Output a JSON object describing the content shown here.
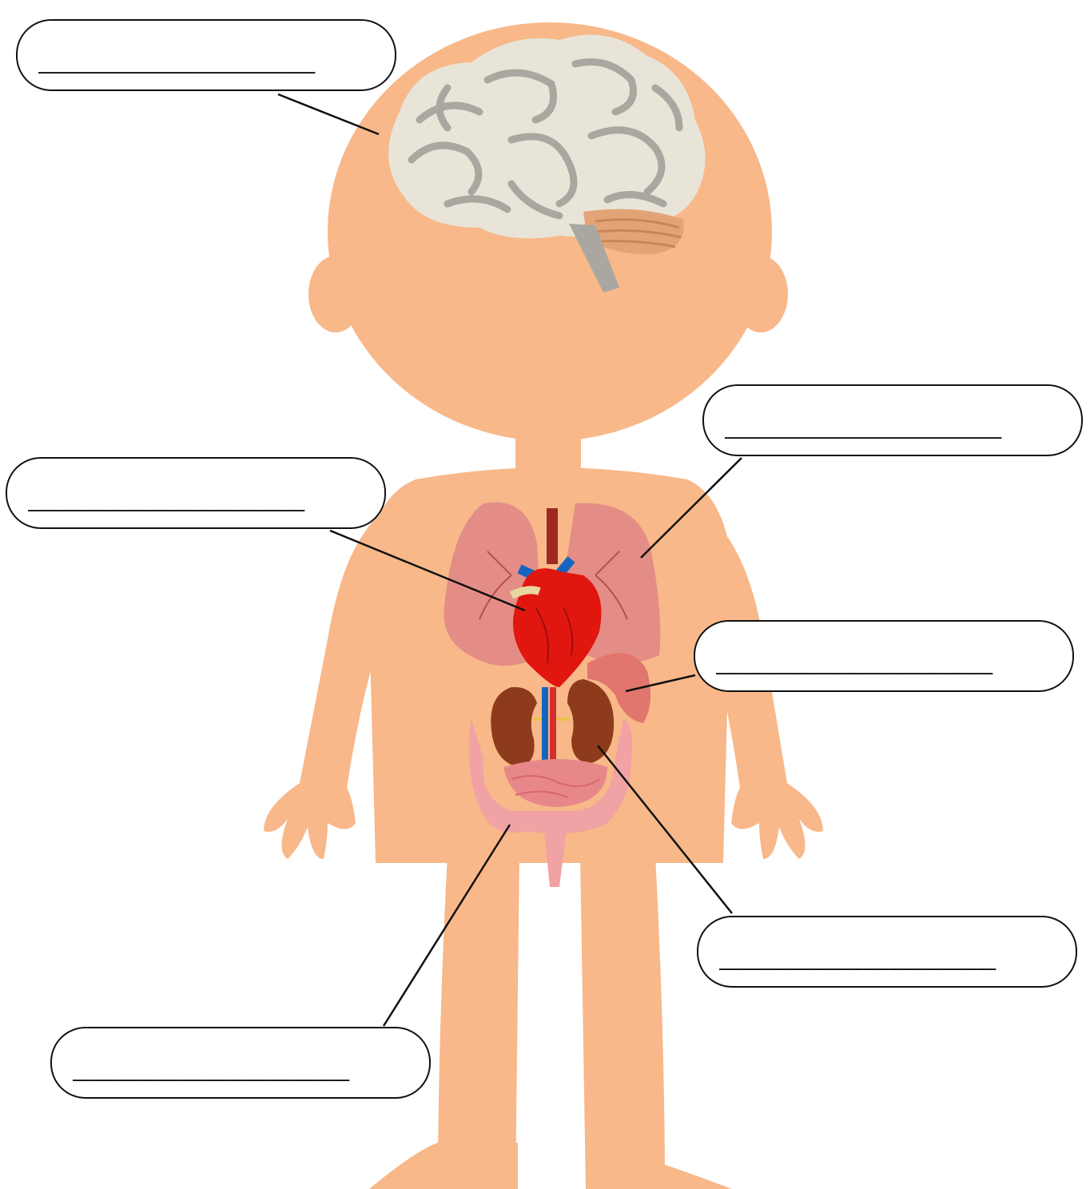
{
  "diagram": {
    "labels": [
      {
        "id": "brain",
        "blank": "______________________"
      },
      {
        "id": "heart",
        "blank": "______________________"
      },
      {
        "id": "lungs",
        "blank": "______________________"
      },
      {
        "id": "stomach",
        "blank": "______________________"
      },
      {
        "id": "kidneys",
        "blank": "______________________"
      },
      {
        "id": "intestines",
        "blank": "______________________"
      }
    ]
  },
  "colors": {
    "skin": "#F8B889",
    "brain": "#E8E4D8",
    "brain_folds": "#A9A79F",
    "cerebellum": "#E2A477",
    "lungs": "#E48D86",
    "heart": "#E1170F",
    "kidneys": "#8E3B1C",
    "intestines": "#F1A2A4",
    "vein_blue": "#1565C0",
    "aorta_red": "#9C2A22",
    "leader_line": "#111111"
  }
}
